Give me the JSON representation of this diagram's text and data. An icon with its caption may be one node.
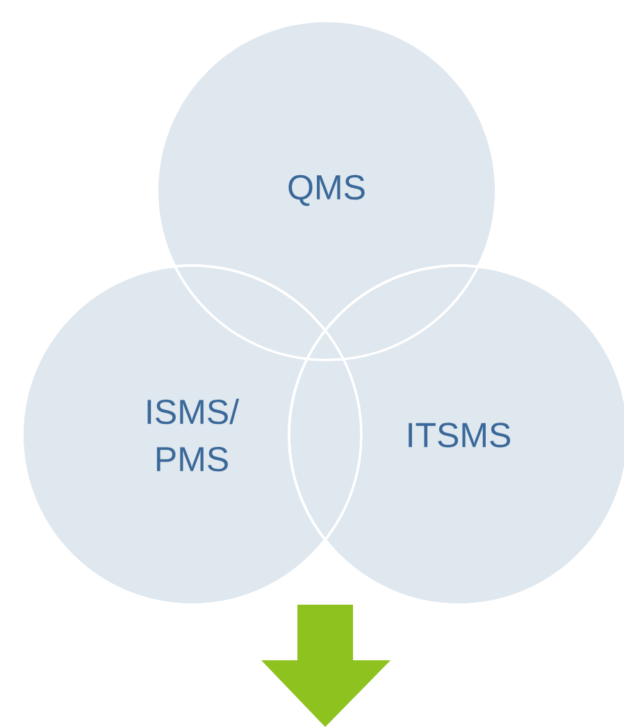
{
  "diagram": {
    "nodes": [
      {
        "text": [
          "QMS"
        ]
      },
      {
        "text": [
          "ISMS/ PMS"
        ]
      },
      {
        "text": [
          "ITSMS"
        ]
      }
    ]
  }
}
